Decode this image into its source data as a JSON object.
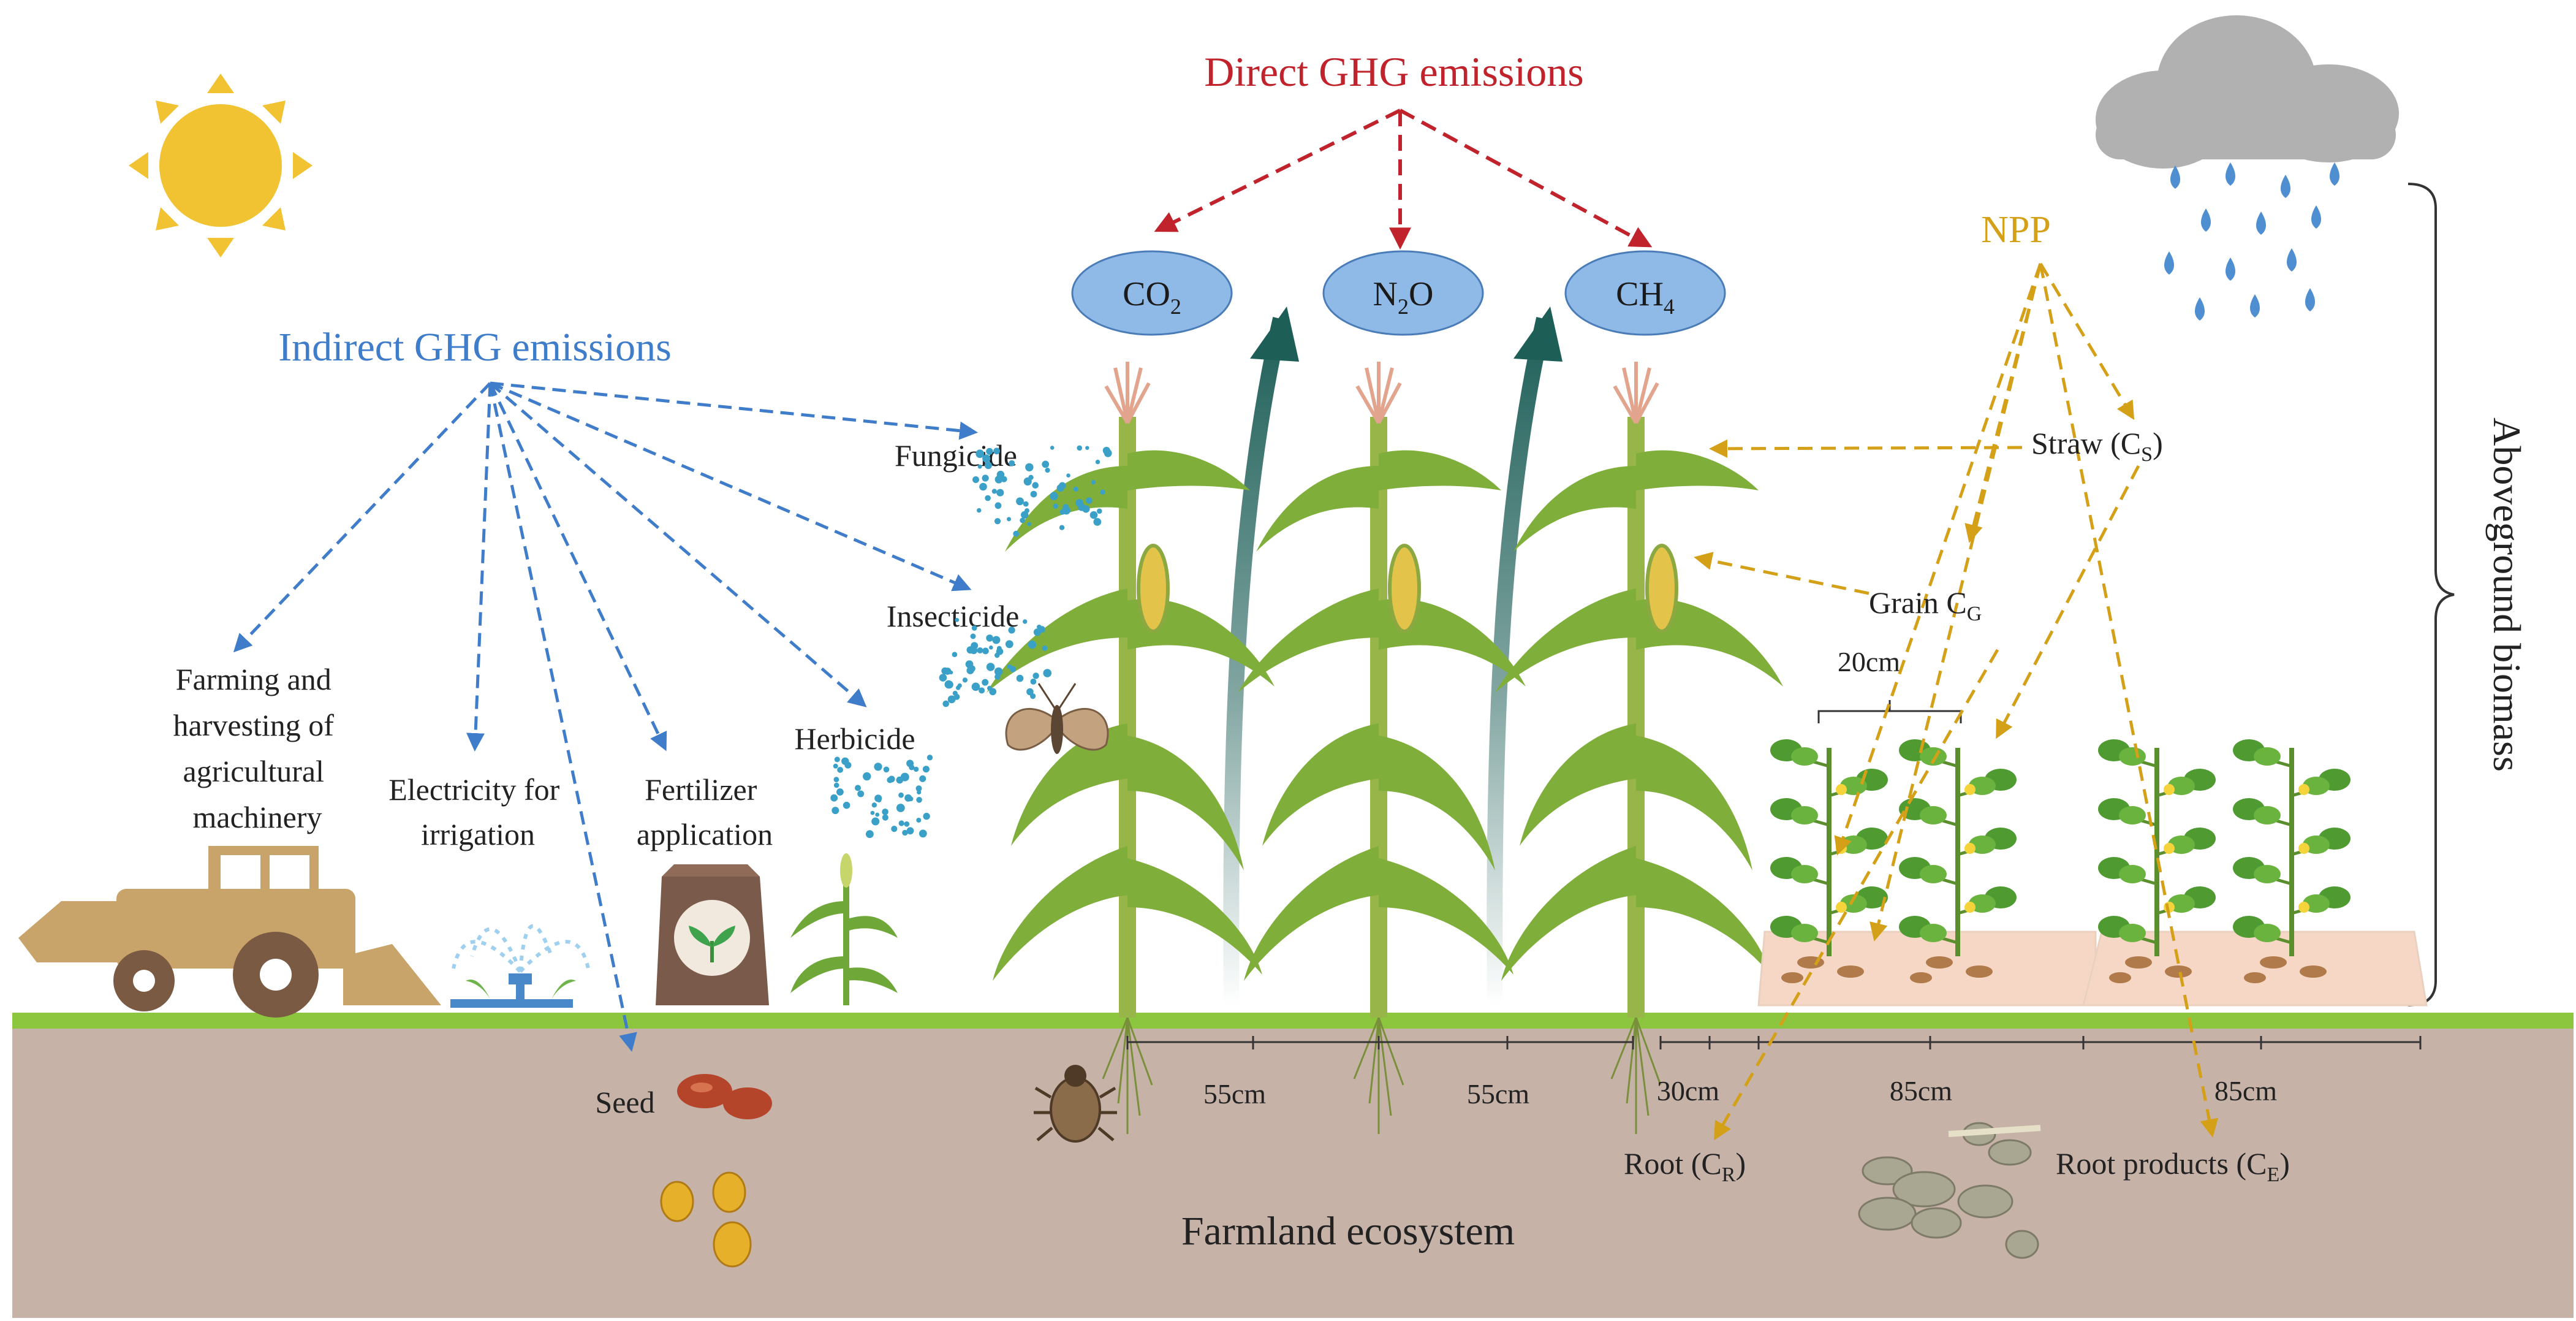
{
  "direct": {
    "title": "Direct GHG emissions",
    "gases": [
      {
        "base": "CO",
        "sub": "2",
        "tail": ""
      },
      {
        "base": "N",
        "sub": "2",
        "tail": "O"
      },
      {
        "base": "CH",
        "sub": "4",
        "tail": ""
      }
    ],
    "color": "#c0232b",
    "bubble_color": "#8fb9e6"
  },
  "indirect": {
    "title": "Indirect GHG emissions",
    "color": "#3f7cc9",
    "sources": {
      "machinery": [
        "Farming and",
        "harvesting of",
        "agricultural",
        "machinery"
      ],
      "electricity": [
        "Electricity for",
        "irrigation"
      ],
      "fertilizer": [
        "Fertilizer",
        "application"
      ],
      "herbicide": "Herbicide",
      "fungicide": "Fungicide",
      "insecticide": "Insecticide",
      "seed": "Seed"
    }
  },
  "npp": {
    "title": "NPP",
    "color": "#d4a017",
    "straw": {
      "base": "Straw (C",
      "sub": "S",
      "tail": ")"
    },
    "grain": {
      "base": "Grain C",
      "sub": "G",
      "tail": ""
    },
    "root": {
      "base": "Root (C",
      "sub": "R",
      "tail": ")"
    },
    "root_products": {
      "base": "Root products (C",
      "sub": "E",
      "tail": ")"
    }
  },
  "side_label": "Aboveground biomass",
  "spacings": [
    "55cm",
    "55cm",
    "30cm",
    "85cm",
    "85cm"
  ],
  "peanut_gap": "20cm",
  "footer": "Farmland ecosystem",
  "colors": {
    "ground_line": "#8cc63f",
    "soil": "#c7b2a8",
    "sun": "#f1c232",
    "cloud": "#b1b1b1",
    "rain": "#4f8fd1",
    "arrow_up": "#1d5e57",
    "maize_leaf": "#7fae3a",
    "tractor": "#c9a46a",
    "peanut_bed": "#f6d7c5"
  }
}
